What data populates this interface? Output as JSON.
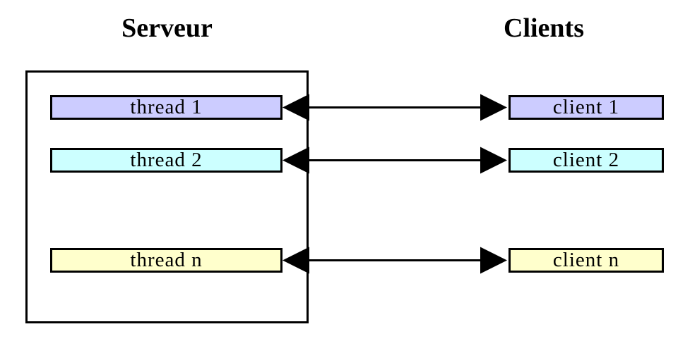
{
  "titles": {
    "server": "Serveur",
    "clients": "Clients"
  },
  "rows": [
    {
      "thread": "thread 1",
      "client": "client 1",
      "color": "#ccccff",
      "link": "bidirectional-arrow"
    },
    {
      "thread": "thread 2",
      "client": "client 2",
      "color": "#ccffff",
      "link": "bidirectional-arrow"
    },
    {
      "thread": "thread n",
      "client": "client n",
      "color": "#ffffcc",
      "link": "bidirectional-arrow"
    }
  ],
  "colors": {
    "background": "#ffffff",
    "outline": "#000000",
    "arrow": "#000000",
    "text": "#000000"
  }
}
